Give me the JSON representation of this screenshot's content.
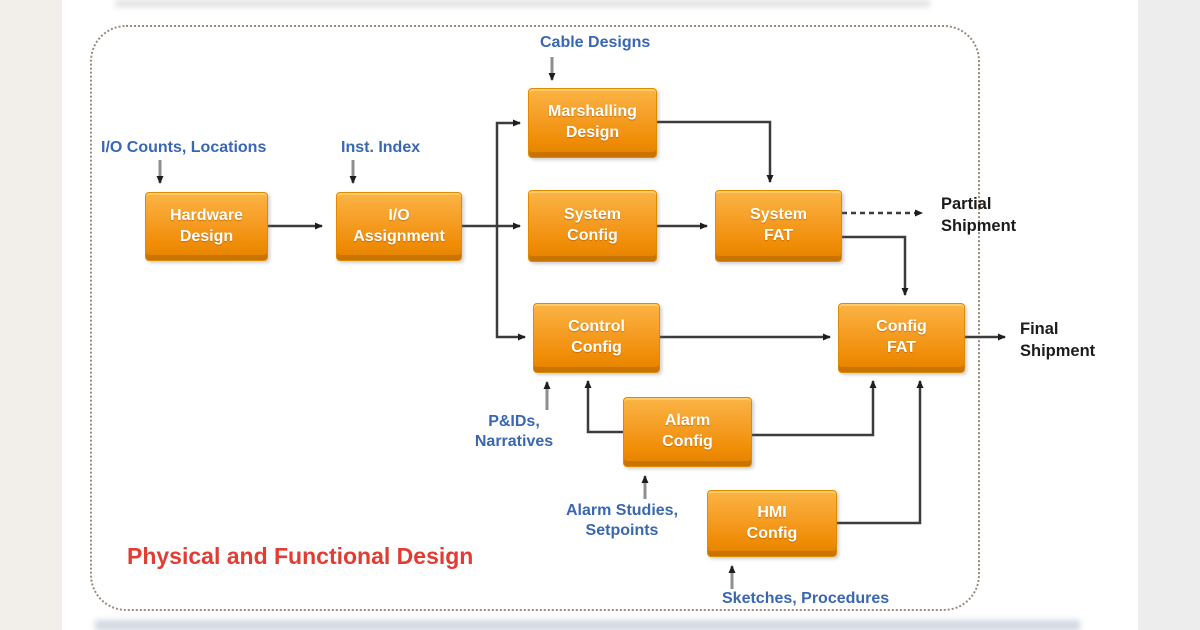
{
  "diagram": {
    "title": "Physical and Functional Design",
    "colors": {
      "box_orange_top": "#fbb445",
      "box_orange_bottom": "#e08200",
      "label_blue": "#3a67b2",
      "title_red": "#e23c33",
      "arrow_dark": "#3c3c3c",
      "dotted_border": "#9c8a81"
    },
    "nodes": {
      "hardware": {
        "label": "Hardware\nDesign"
      },
      "io_assignment": {
        "label": "I/O\nAssignment"
      },
      "marshalling": {
        "label": "Marshalling\nDesign"
      },
      "system_config": {
        "label": "System\nConfig"
      },
      "system_fat": {
        "label": "System\nFAT"
      },
      "control_config": {
        "label": "Control\nConfig"
      },
      "config_fat": {
        "label": "Config\nFAT"
      },
      "alarm_config": {
        "label": "Alarm\nConfig"
      },
      "hmi_config": {
        "label": "HMI\nConfig"
      }
    },
    "inputs": {
      "io_counts": {
        "label": "I/O Counts, Locations",
        "target": "hardware"
      },
      "inst_index": {
        "label": "Inst. Index",
        "target": "io_assignment"
      },
      "cable_designs": {
        "label": "Cable Designs",
        "target": "marshalling"
      },
      "pids": {
        "label": "P&IDs,\nNarratives",
        "target": "control_config"
      },
      "alarm_studies": {
        "label": "Alarm Studies,\nSetpoints",
        "target": "alarm_config"
      },
      "sketches": {
        "label": "Sketches, Procedures",
        "target": "hmi_config"
      }
    },
    "outputs": {
      "partial": {
        "label": "Partial\nShipment",
        "source": "system_fat",
        "style": "dashed"
      },
      "final": {
        "label": "Final\nShipment",
        "source": "config_fat",
        "style": "solid"
      }
    }
  }
}
